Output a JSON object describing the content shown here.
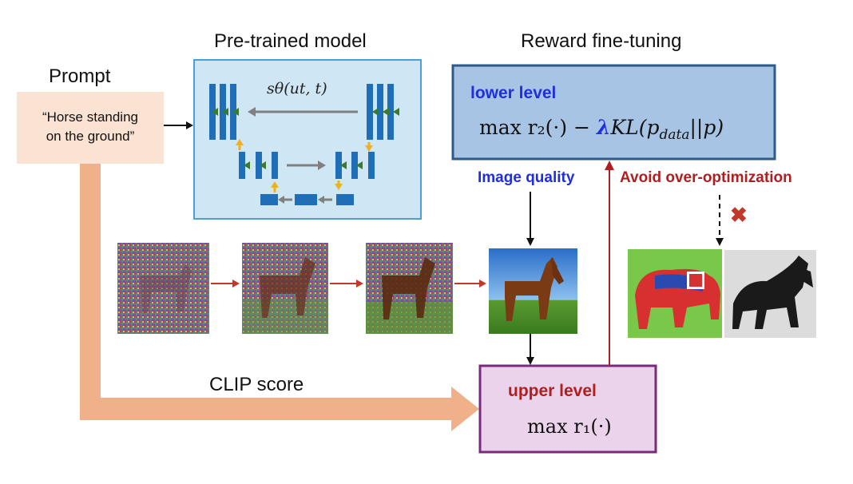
{
  "titles": {
    "prompt": "Prompt",
    "pretrained": "Pre-trained model",
    "reward": "Reward fine-tuning"
  },
  "prompt_text": {
    "line1": "“Horse standing",
    "line2": "on the ground”"
  },
  "model": {
    "score_fn": "sθ(ut, t)"
  },
  "lower_level": {
    "label": "lower level",
    "formula_prefix": "max r₂(·) − ",
    "formula_lambda": "λ",
    "formula_suffix": "KL(p",
    "formula_sub": "data",
    "formula_end": "||p)"
  },
  "labels": {
    "image_quality": "Image quality",
    "avoid": "Avoid over-optimization",
    "clip_score": "CLIP score",
    "x_mark": "✖"
  },
  "upper_level": {
    "label": "upper level",
    "formula": "max r₁(·)"
  },
  "colors": {
    "blue_label": "#1f2fe0",
    "red_label": "#b01f1f",
    "prompt_bg": "#fbe3d3",
    "model_bg": "#cfe6f5",
    "model_border": "#4a9fd8",
    "reward_bg": "#a8c4e4",
    "reward_border": "#2c5a8a",
    "upper_bg": "#ecd3ec",
    "upper_border": "#7a2a7a",
    "big_arrow": "#f0b08a",
    "red_arrow": "#c0392b",
    "bar_blue": "#1e6fb8",
    "green_arrow": "#3a7a2a",
    "yellow_arrow": "#f0b020"
  }
}
